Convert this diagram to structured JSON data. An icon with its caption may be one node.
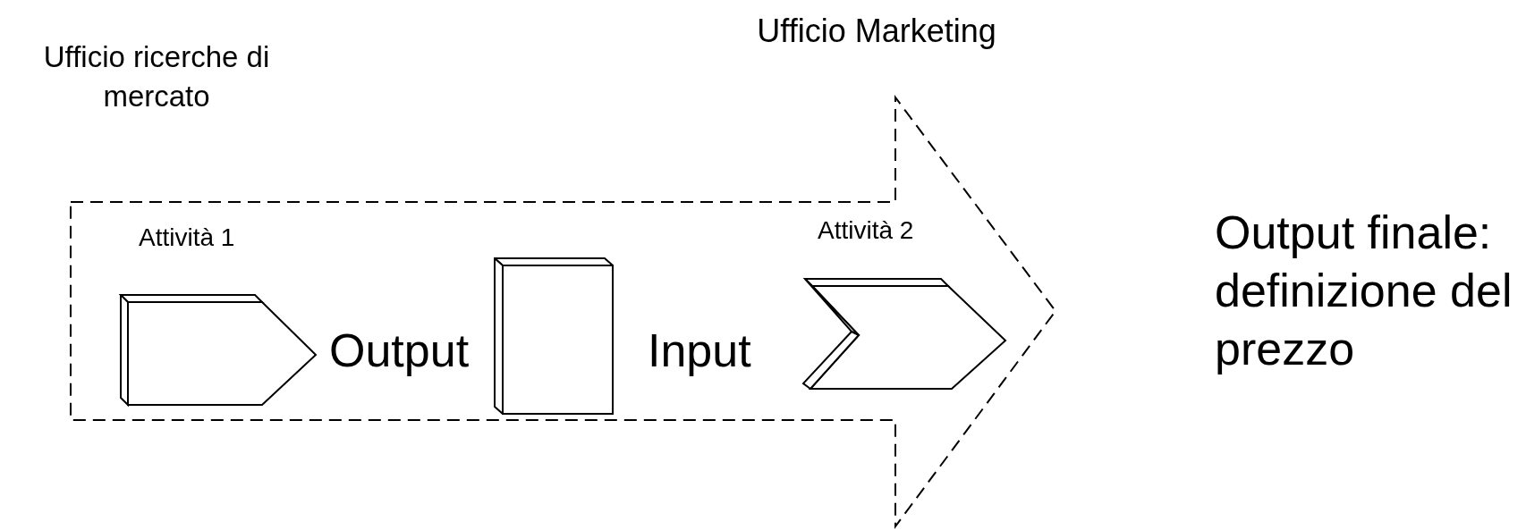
{
  "diagram": {
    "nodes": [
      {
        "text": [],
        "shape": "arrow"
      },
      {
        "text": [
          "Attività 1"
        ],
        "in": 0
      },
      {
        "text": [],
        "shape": "box",
        "in": 0
      },
      {
        "text": [
          "Attività 2"
        ],
        "in": 0
      }
    ],
    "labels": [
      "Ufficio Marketing",
      "Ufficio ricerche di mercato",
      "Output",
      "Input",
      "Output finale: definizione del prezzo"
    ]
  }
}
